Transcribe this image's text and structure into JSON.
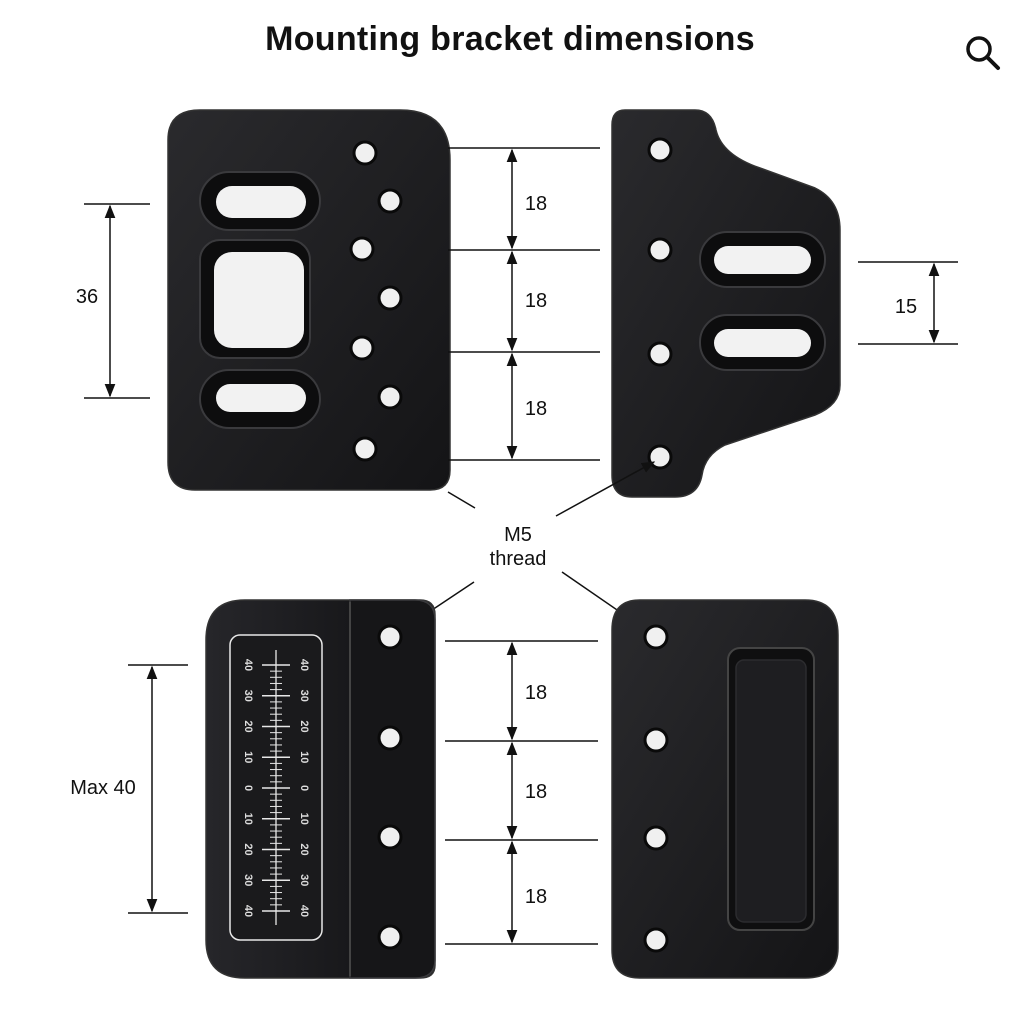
{
  "title": "Mounting bracket dimensions",
  "zoom_icon": "magnifier-icon",
  "colors": {
    "metal": "#1c1c1e",
    "metal_edge": "#2e2e31",
    "hole": "#e8e8e8",
    "line": "#111111"
  },
  "dimensions": {
    "top_left_height": "36",
    "top_spacing_1": "18",
    "top_spacing_2": "18",
    "top_spacing_3": "18",
    "top_right_slot": "15",
    "bottom_left_max": "Max 40",
    "bottom_spacing_1": "18",
    "bottom_spacing_2": "18",
    "bottom_spacing_3": "18"
  },
  "callout": {
    "line1": "M5",
    "line2": "thread"
  },
  "scale_labels": [
    "40",
    "30",
    "20",
    "10",
    "0",
    "10",
    "20",
    "30",
    "40"
  ]
}
